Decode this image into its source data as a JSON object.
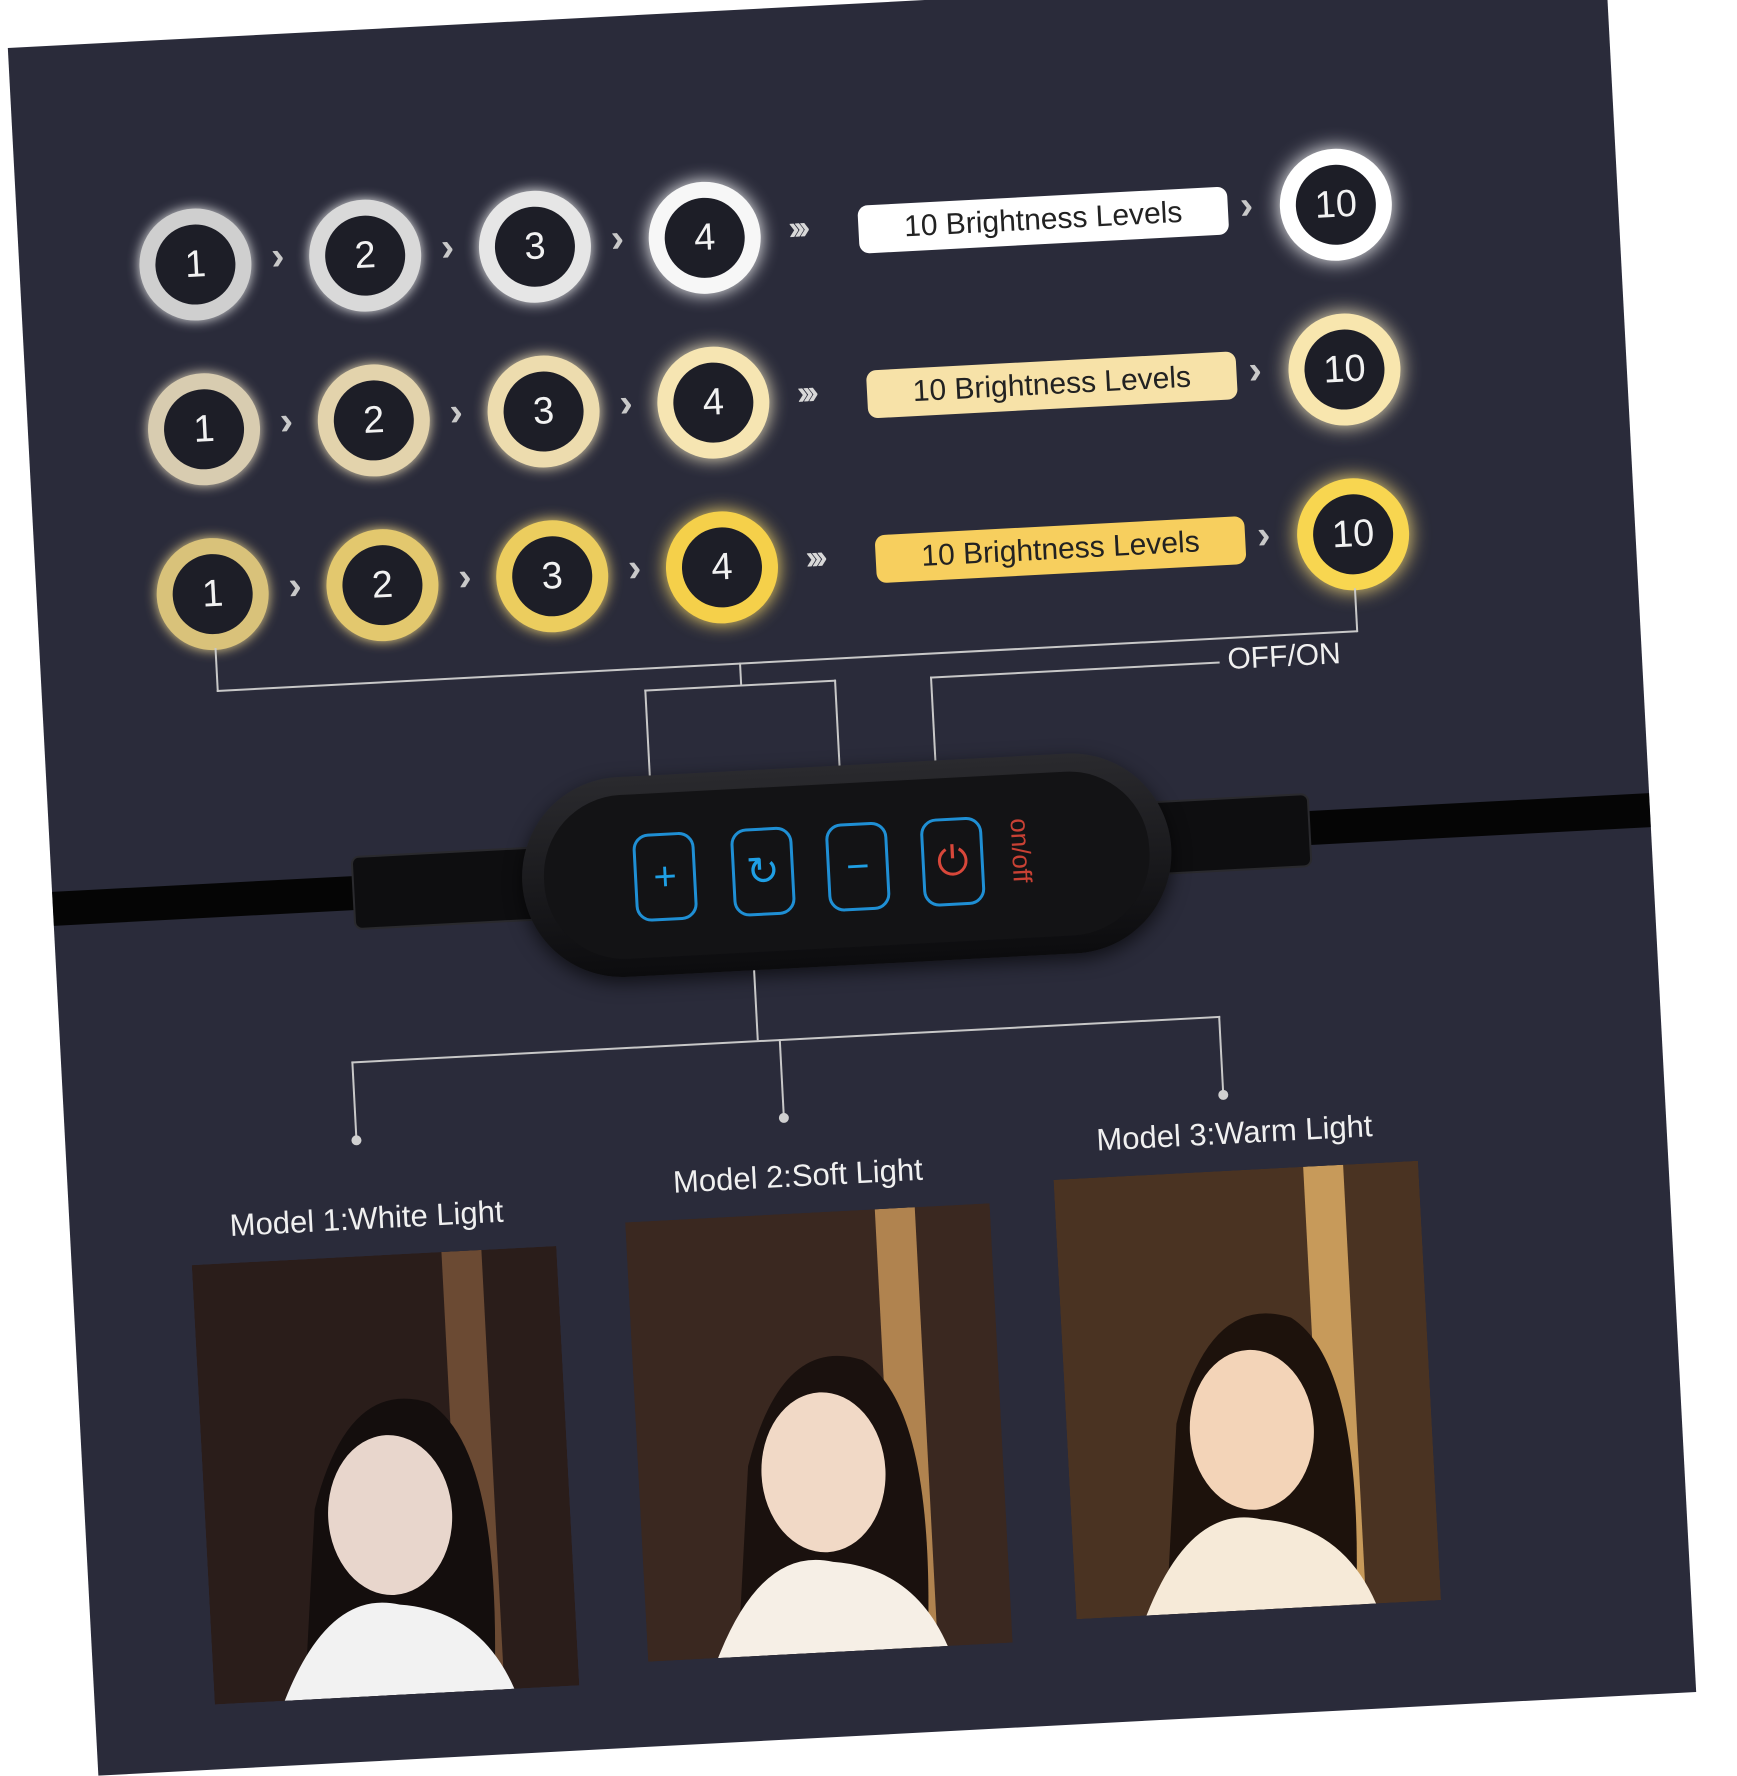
{
  "rows": [
    {
      "levels": [
        "1",
        "2",
        "3",
        "4"
      ],
      "max": "10",
      "pill": "10 Brightness Levels",
      "ring_color": "#d9d9d9",
      "pill_color": "#ffffff"
    },
    {
      "levels": [
        "1",
        "2",
        "3",
        "4"
      ],
      "max": "10",
      "pill": "10 Brightness Levels",
      "ring_color": "#f3dfae",
      "pill_color": "#f7e2a8"
    },
    {
      "levels": [
        "1",
        "2",
        "3",
        "4"
      ],
      "max": "10",
      "pill": "10 Brightness Levels",
      "ring_color": "#f5c94a",
      "pill_color": "#f7cf5e"
    }
  ],
  "controller": {
    "off_on_label": "OFF/ON",
    "buttons": {
      "plus": "+",
      "mode": "↻",
      "minus": "−",
      "power": "⏻"
    },
    "onoff_text": "on/off"
  },
  "models": [
    {
      "label": "Model 1:White Light",
      "tone": "#d8dde6"
    },
    {
      "label": "Model 2:Soft Light",
      "tone": "#f0dcc0"
    },
    {
      "label": "Model 3:Warm Light",
      "tone": "#f2c990"
    }
  ],
  "icons": [
    "chevron-right-icon",
    "triple-chevron-icon",
    "plus-icon",
    "cycle-icon",
    "minus-icon",
    "power-icon"
  ]
}
